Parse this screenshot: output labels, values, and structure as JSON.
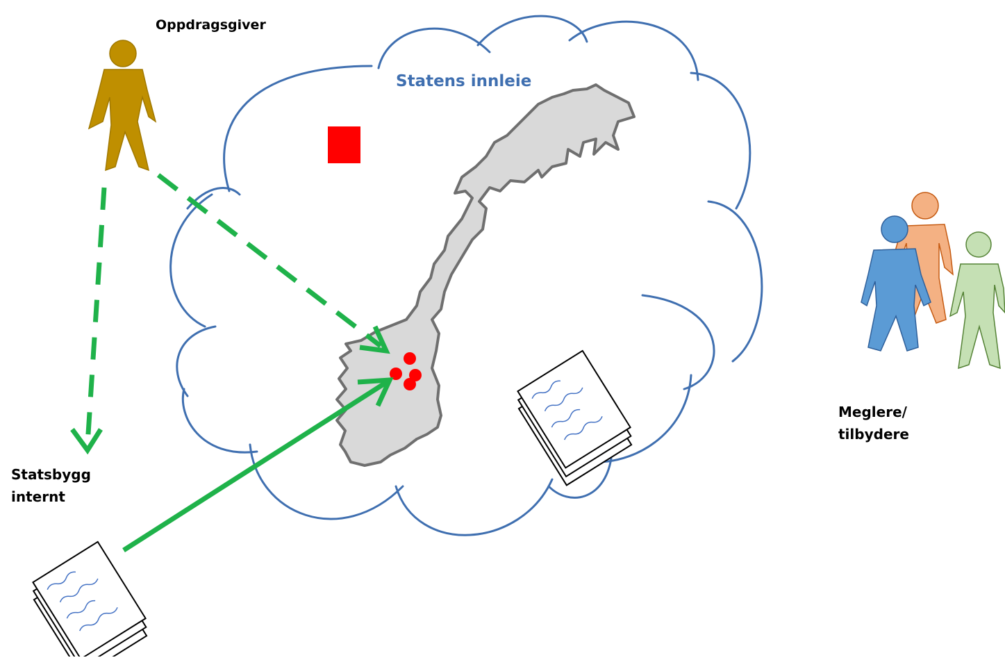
{
  "labels": {
    "client": "Oppdragsgiver",
    "cloud_title": "Statens innleie",
    "internal_line1": "Statsbygg",
    "internal_line2": "internt",
    "brokers_line1": "Meglere/",
    "brokers_line2": "tilbydere"
  },
  "colors": {
    "cloud_outline": "#3f6fb0",
    "cloud_title": "#3f6fb0",
    "arrow_green": "#1fb24a",
    "marker_red": "#ff0000",
    "map_fill": "#d9d9d9",
    "map_outline": "#6f6f6f",
    "person_client": "#bf8f00",
    "person_blue": "#5b9bd5",
    "person_orange": "#f4b183",
    "person_green": "#c5e0b4"
  }
}
